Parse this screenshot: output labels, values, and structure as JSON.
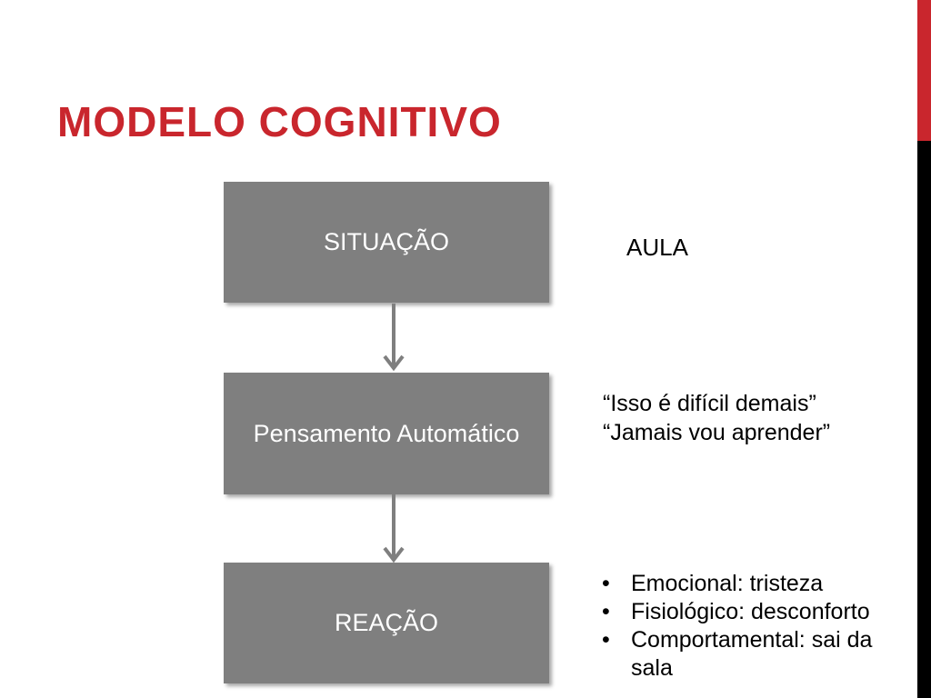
{
  "slide": {
    "title": "MODELO COGNITIVO",
    "flow": {
      "boxes": [
        {
          "id": "situacao",
          "label": "SITUAÇÃO"
        },
        {
          "id": "pensamento-automatico",
          "label": "Pensamento Automático"
        },
        {
          "id": "reacao",
          "label": "REAÇÃO"
        }
      ]
    },
    "annotations": {
      "situation_example": "AULA",
      "thought_quotes": [
        "“Isso é difícil demais”",
        "“Jamais vou aprender”"
      ],
      "reaction_bullets": [
        "Emocional: tristeza",
        "Fisiológico: desconforto",
        "Comportamental: sai da sala"
      ]
    },
    "colors": {
      "accent_red": "#c9262d",
      "accent_black": "#000000",
      "box_gray": "#7f7f7f",
      "arrow_gray": "#7f7f7f",
      "box_text": "#ffffff",
      "body_text": "#000000"
    }
  }
}
